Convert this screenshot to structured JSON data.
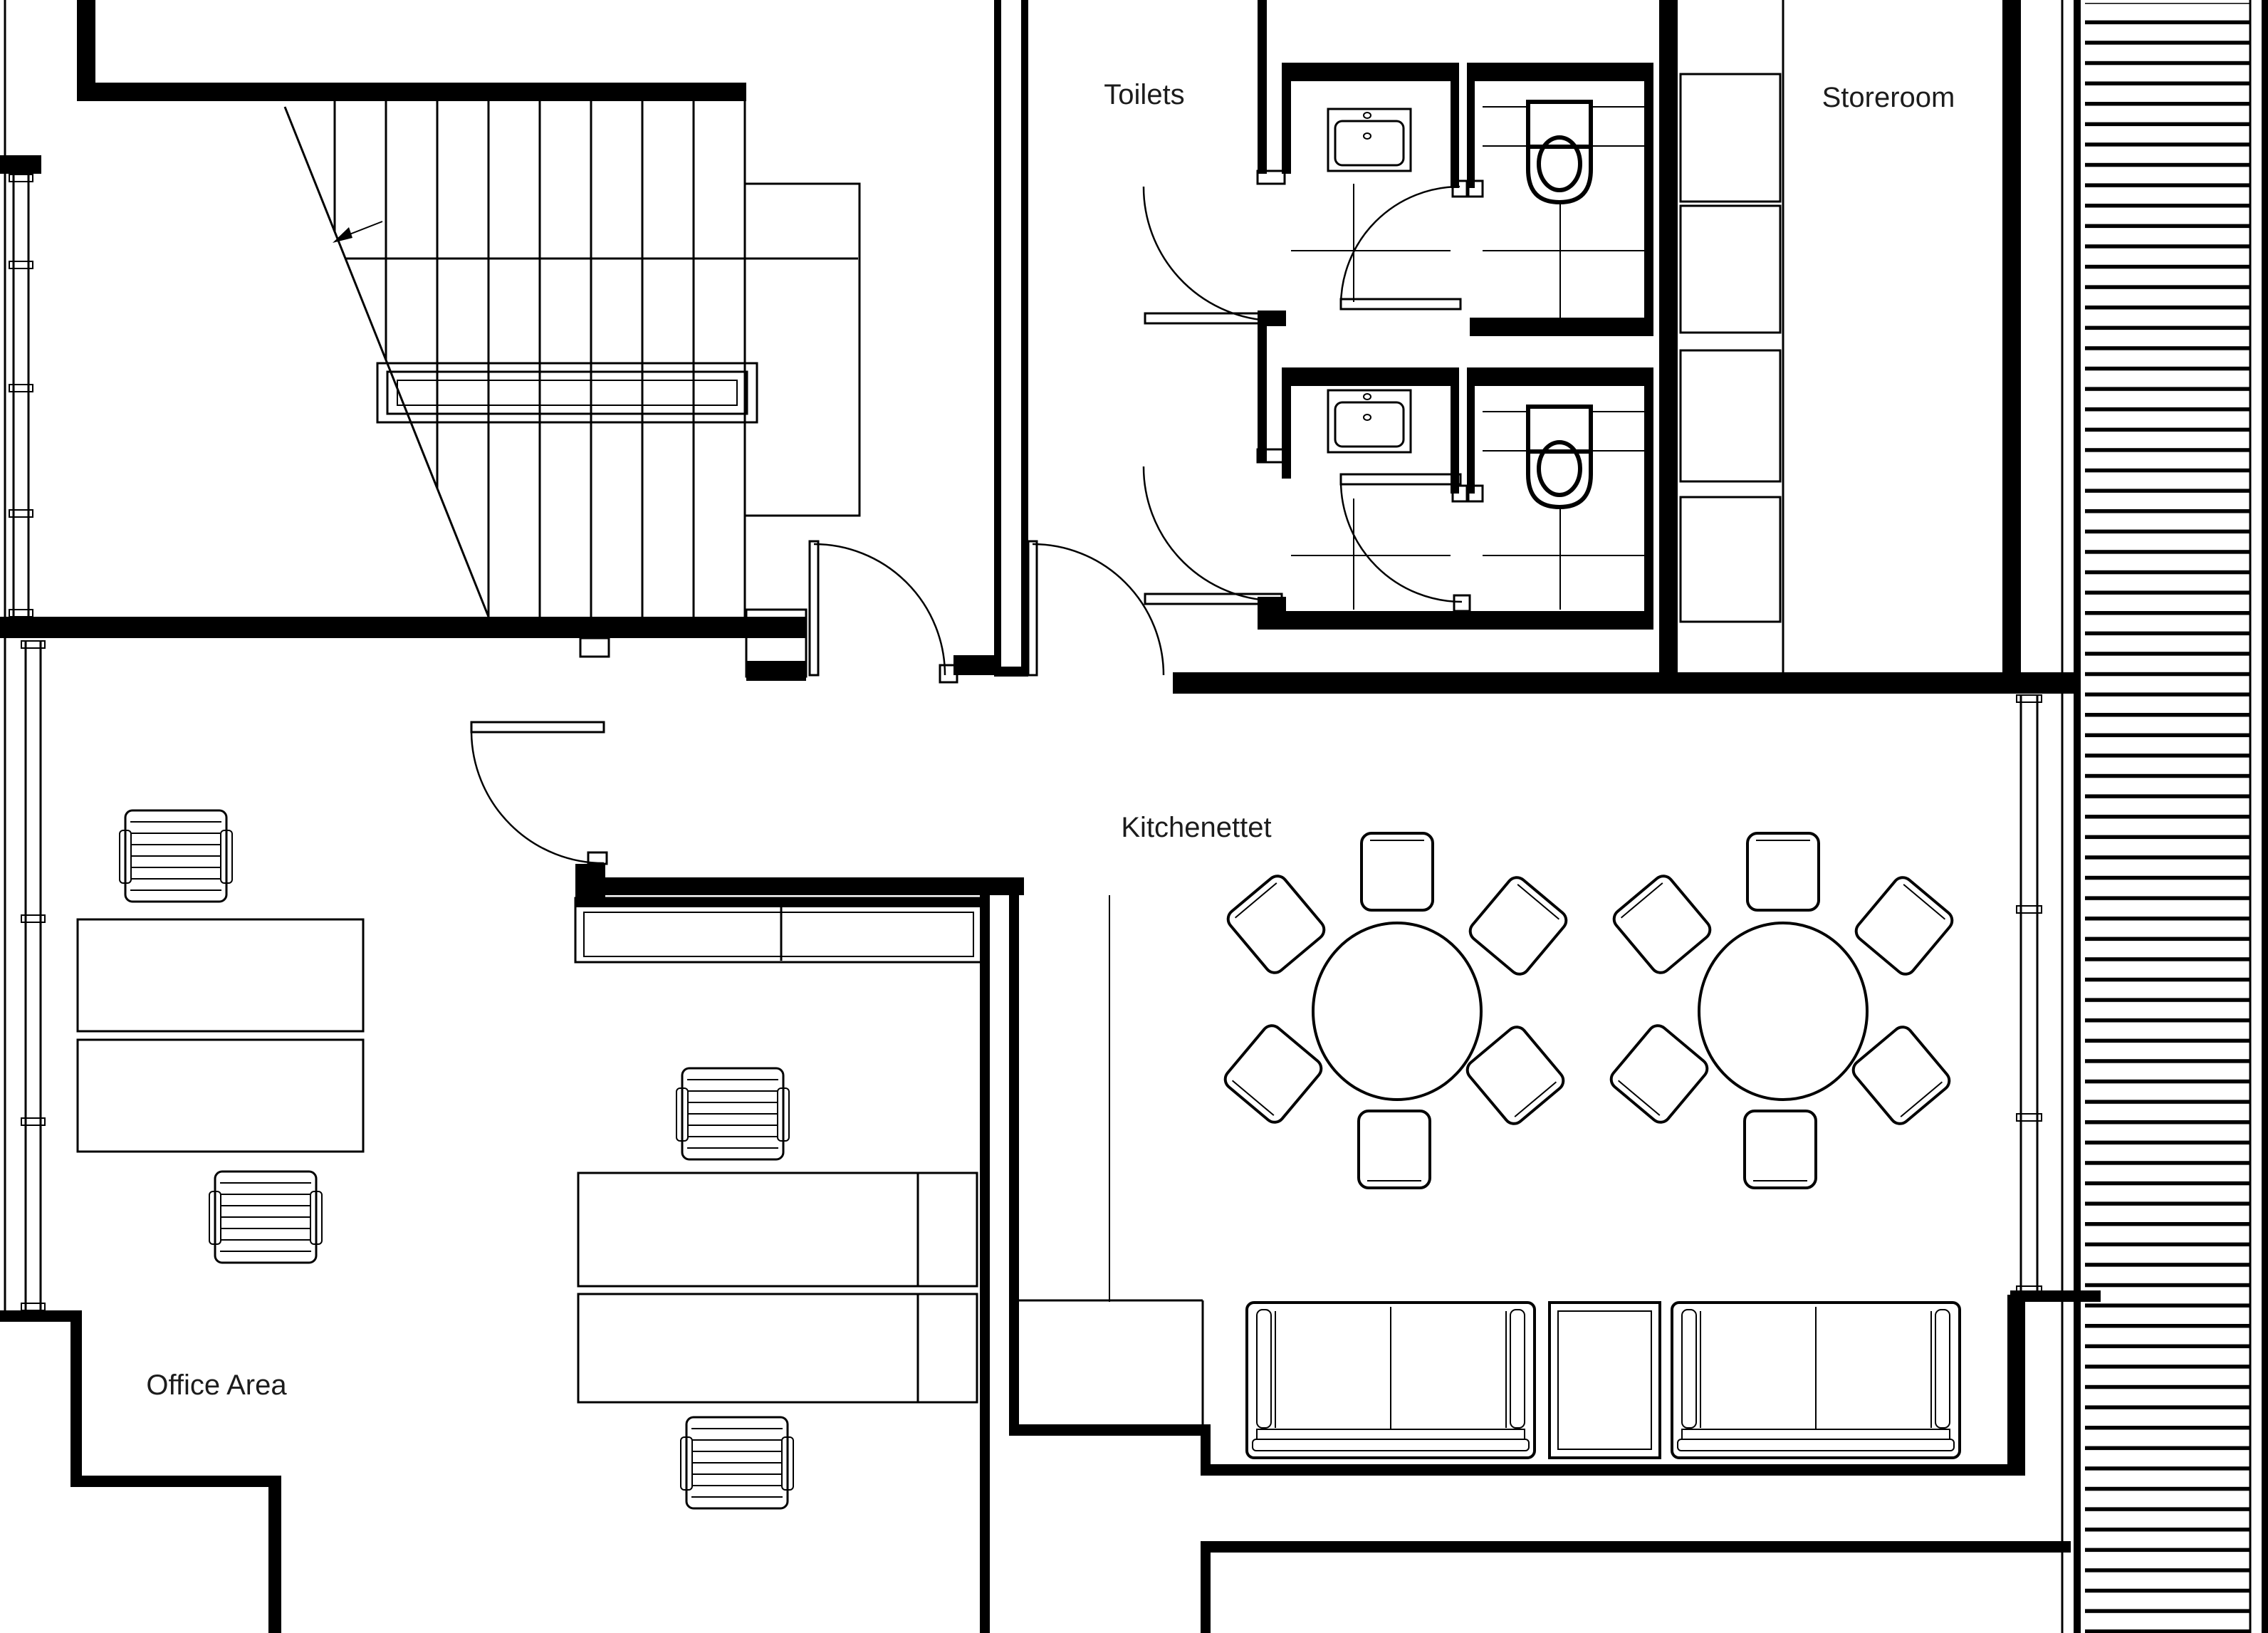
{
  "page": {
    "type": "architectural-floor-plan",
    "background_color": "#ffffff",
    "line_color": "#000000",
    "label_color": "#1c1c1c"
  },
  "floorplan": {
    "labels": {
      "toilets": "Toilets",
      "storeroom": "Storeroom",
      "kitchenette": "Kitchenettet",
      "office": "Office Area"
    },
    "rooms": [
      {
        "id": "toilets",
        "label": "Toilets"
      },
      {
        "id": "storeroom",
        "label": "Storeroom"
      },
      {
        "id": "kitchenette",
        "label": "Kitchenettet"
      },
      {
        "id": "office-area",
        "label": "Office Area"
      }
    ],
    "fixtures": {
      "stairs": 1,
      "sinks": 2,
      "toilets": 2,
      "shelf_bays": 4,
      "round_tables": 2,
      "dining_chairs": 12,
      "desks": 4,
      "task_chairs": 4,
      "sofas": 2,
      "sofa_side_table": 1,
      "swing_doors": 7,
      "windows": 3,
      "decking_strip": 1
    }
  }
}
